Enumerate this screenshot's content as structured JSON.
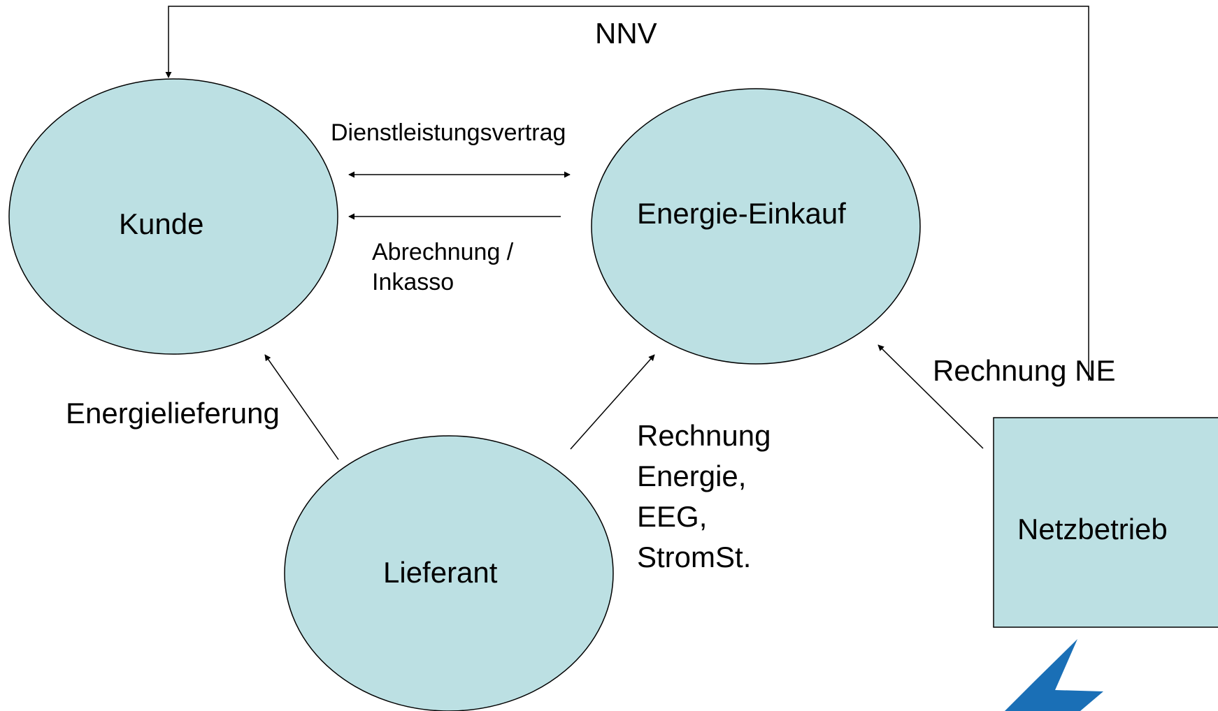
{
  "diagram": {
    "nodes": {
      "kunde": {
        "label": "Kunde",
        "shape": "ellipse",
        "fill": "#bce0e3"
      },
      "energie_einkauf": {
        "label": "Energie-Einkauf",
        "shape": "ellipse",
        "fill": "#bce0e3"
      },
      "lieferant": {
        "label": "Lieferant",
        "shape": "ellipse",
        "fill": "#bce0e3"
      },
      "netzbetrieb": {
        "label": "Netzbetrieb",
        "shape": "rectangle",
        "fill": "#bce0e3"
      }
    },
    "edge_labels": {
      "nnv": "NNV",
      "dienstleistungsvertrag": "Dienstleistungsvertrag",
      "abrechnung_line1": "Abrechnung /",
      "abrechnung_line2": "Inkasso",
      "energielieferung": "Energielieferung",
      "rechnung_energie": [
        "Rechnung",
        "Energie,",
        "EEG,",
        "StromSt."
      ],
      "rechnung_ne": "Rechnung NE"
    },
    "logo": {
      "icon": "lightning-bolt-icon",
      "color": "#1a6fb6"
    }
  }
}
